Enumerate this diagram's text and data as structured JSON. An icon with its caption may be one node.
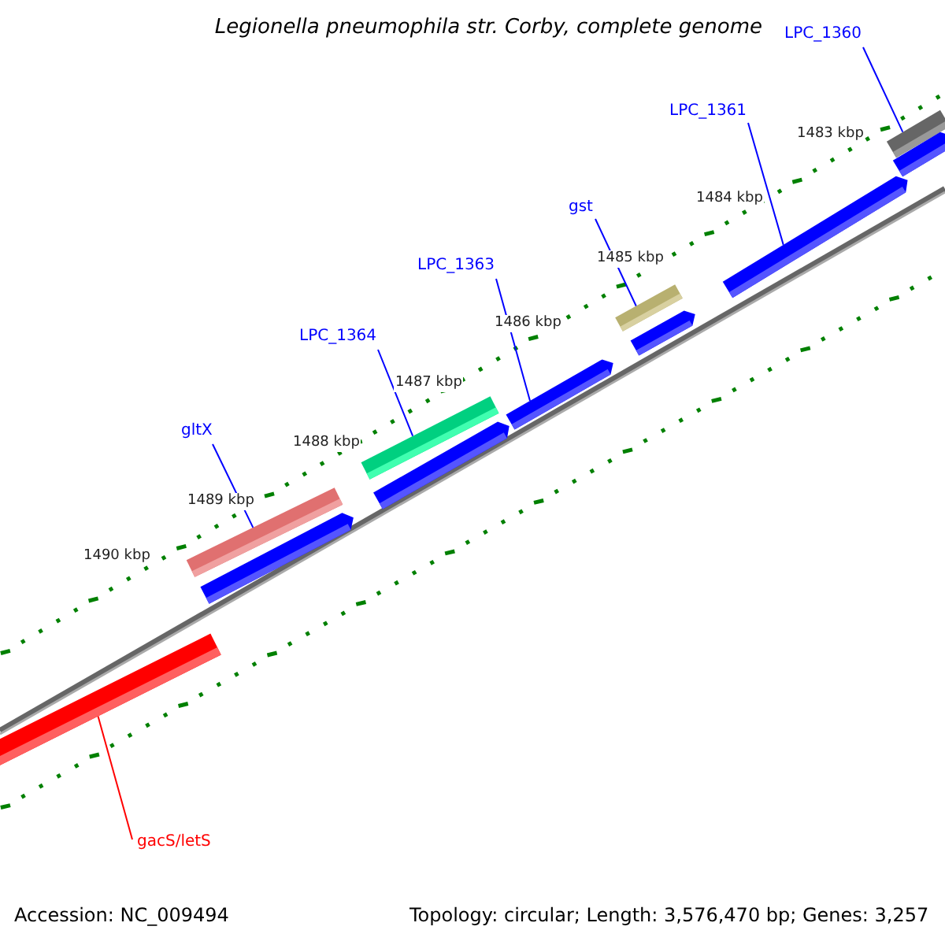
{
  "diagram": {
    "title": "Legionella pneumophila str. Corby, complete genome",
    "nodes": [
      {
        "text": [
          "LPC_1360"
        ]
      },
      {
        "text": [
          "LPC_1361"
        ]
      },
      {
        "text": [
          "gst"
        ]
      },
      {
        "text": [
          "LPC_1363"
        ]
      },
      {
        "text": [
          "LPC_1364"
        ]
      },
      {
        "text": [
          "gltX"
        ]
      },
      {
        "text": [
          "gacS/letS"
        ]
      },
      {
        "text": [],
        "shape": "bar"
      },
      {
        "text": [],
        "shape": "bar"
      },
      {
        "text": [],
        "shape": "bar"
      },
      {
        "text": [],
        "shape": "bar"
      },
      {
        "text": [],
        "shape": "bar"
      },
      {
        "text": [],
        "shape": "bar"
      },
      {
        "text": [],
        "shape": "bar"
      },
      {
        "text": [],
        "shape": "bar"
      },
      {
        "text": [],
        "shape": "bar"
      },
      {
        "text": [],
        "shape": "bar"
      },
      {
        "text": [],
        "shape": "bar"
      }
    ],
    "edges": [
      {
        "from": 0,
        "to": 7,
        "arrow": "none"
      },
      {
        "from": 1,
        "to": 9,
        "arrow": "none"
      },
      {
        "from": 2,
        "to": 10,
        "arrow": "none"
      },
      {
        "from": 3,
        "to": 12,
        "arrow": "none"
      },
      {
        "from": 4,
        "to": 13,
        "arrow": "none"
      },
      {
        "from": 5,
        "to": 15,
        "arrow": "none"
      },
      {
        "from": 6,
        "to": 17,
        "arrow": "none",
        "color": "#ff0000"
      }
    ],
    "labels": [
      "1483 kbp",
      "1484 kbp",
      "1485 kbp",
      "1486 kbp",
      "1487 kbp",
      "1488 kbp",
      "1489 kbp",
      "1490 kbp",
      "Accession: NC_009494",
      "Topology: circular; Length: 3,576,470 bp; Genes: 3,257"
    ]
  }
}
